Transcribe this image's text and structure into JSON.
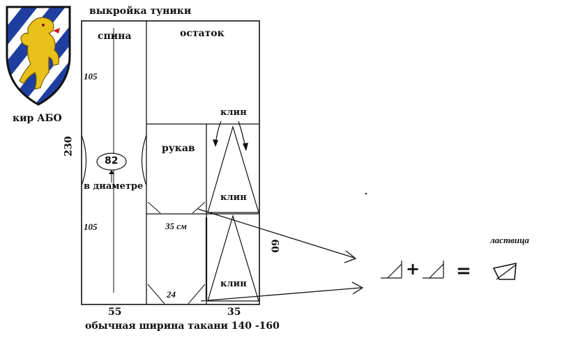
{
  "title": "выкройка туники",
  "owner_label": "кир АБО",
  "pieces": {
    "back": "спина",
    "remainder": "остаток",
    "sleeve": "рукав",
    "gusset": "ластвица"
  },
  "wedge_labels": {
    "top_arrow": "клин",
    "upper_wedge": "клин",
    "lower_wedge": "клин"
  },
  "neck": {
    "diameter_value": "82",
    "diameter_caption": "в диаметре"
  },
  "measurements": {
    "back_top_length": "105",
    "back_bottom_length": "105",
    "sleeve_width": "35 см",
    "gusset_bottom": "24",
    "total_length": "230",
    "sleeve_length": "60",
    "bottom_left_width": "55",
    "bottom_right_width": "35"
  },
  "fabric_width_caption": "обычная ширина такани 140 -160",
  "equation": {
    "plus": "+",
    "equals": "="
  },
  "colors": {
    "line": "#111111",
    "shield_blue": "#1f3fa0",
    "shield_gold": "#e8c21a",
    "shield_white": "#ffffff"
  }
}
